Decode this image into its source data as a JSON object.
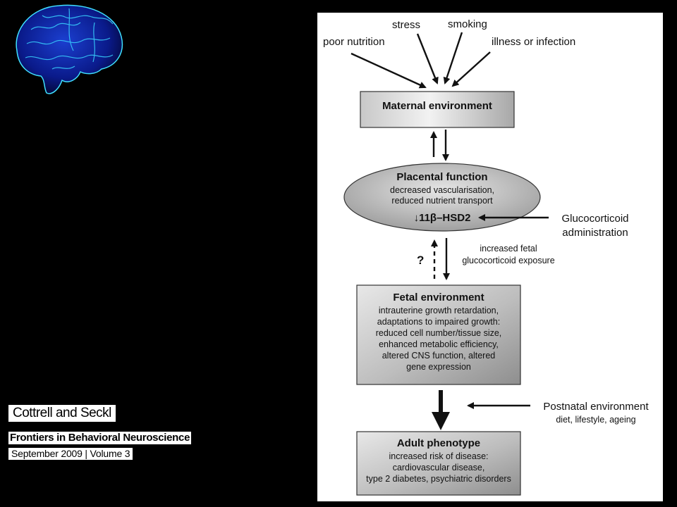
{
  "citation": {
    "authors": "Cottrell and Seckl",
    "journal": "Frontiers in Behavioral Neuroscience",
    "issue": "September 2009 | Volume 3"
  },
  "diagram": {
    "factors": {
      "poor_nutrition": "poor nutrition",
      "stress": "stress",
      "smoking": "smoking",
      "illness": "illness or infection"
    },
    "maternal": {
      "title": "Maternal environment"
    },
    "placental": {
      "title": "Placental function",
      "line1": "decreased vascularisation,",
      "line2": "reduced nutrient transport",
      "enzyme": "↓11β–HSD2"
    },
    "glucocorticoid": {
      "line1": "Glucocorticoid",
      "line2": "administration"
    },
    "question_mark": "?",
    "exposure": {
      "line1": "increased fetal",
      "line2": "glucocorticoid exposure"
    },
    "fetal": {
      "title": "Fetal environment",
      "lines": [
        "intrauterine growth retardation,",
        "adaptations to impaired growth:",
        "reduced cell number/tissue size,",
        "enhanced metabolic efficiency,",
        "altered CNS function, altered",
        "gene expression"
      ]
    },
    "postnatal": {
      "title": "Postnatal environment",
      "sub": "diet, lifestyle, ageing"
    },
    "adult": {
      "title": "Adult phenotype",
      "lines": [
        "increased risk of disease:",
        "cardiovascular disease,",
        "type 2 diabetes, psychiatric disorders"
      ]
    }
  }
}
